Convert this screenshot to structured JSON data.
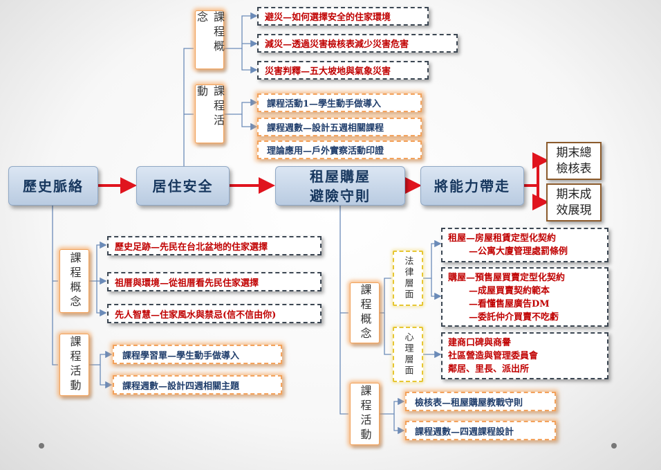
{
  "main": {
    "history": "歷史脈絡",
    "living_safety": "居住安全",
    "rent_buy": "租屋購屋\n避險守則",
    "take_away": "將能力帶走"
  },
  "final": [
    "期末總\n檢核表",
    "期末成\n效展現"
  ],
  "living_safety": {
    "concept_label": "課程概念",
    "activity_label": "課程活動",
    "concepts": [
      "避災—如何選擇安全的住家環境",
      "減災—透過災害檢核表減少災害危害",
      "災害判釋—五大坡地與氣象災害"
    ],
    "activities": [
      "課程活動1—學生動手做導入",
      "課程週數—設計五週相關課程",
      "理論應用—戶外實察活動印證"
    ]
  },
  "history": {
    "concept_label": "課程概念",
    "activity_label": "課程活動",
    "concepts": [
      "歷史足跡—先民在台北盆地的住家選擇",
      "祖厝與環境—從祖厝看先民住家選擇",
      "先人智慧—住家風水與禁忌(信不信由你)"
    ],
    "activities": [
      "課程學習單—學生動手做導入",
      "課程週數—設計四週相關主題"
    ]
  },
  "rent_buy": {
    "concept_label": "課程概念",
    "activity_label": "課程活動",
    "legal_label": "法律層面",
    "psych_label": "心理層面",
    "legal_items": [
      [
        "租屋—房屋租賃定型化契約",
        "—公寓大廈管理處罰條例"
      ],
      [
        "購屋—預售屋買賣定型化契約",
        "—成屋買賣契約範本",
        "—看懂售屋廣告DM",
        "—委託仲介買賣不吃虧"
      ]
    ],
    "psych_items": [
      "建商口碑與商譽",
      "社區營造與管理委員會",
      "鄰居、里長、派出所"
    ],
    "activities": [
      "檢核表—租屋購屋教戰守則",
      "課程週數—四週課程設計"
    ]
  },
  "colors": {
    "arrow": "#e0141e",
    "connector": "#6b8bb8",
    "main_text": "#17375e",
    "concept_text": "#c00000",
    "activity_text": "#1f3d6b"
  }
}
